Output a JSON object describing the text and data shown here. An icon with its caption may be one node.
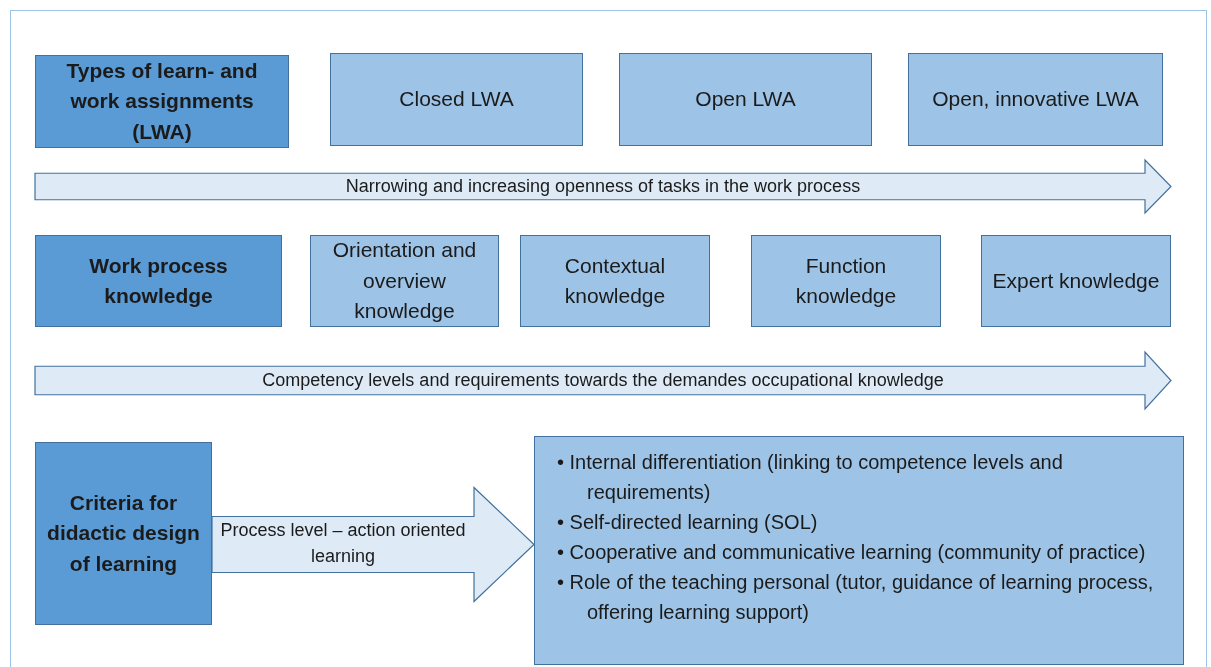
{
  "diagram": {
    "nodes": [
      {
        "text": [
          "Types of learn- and work assignments (LWA)"
        ]
      },
      {
        "text": [
          "Closed LWA"
        ]
      },
      {
        "text": [
          "Open LWA"
        ]
      },
      {
        "text": [
          "Open, innovative LWA"
        ]
      },
      {
        "text": [
          "Narrowing and increasing openness of tasks in the work process"
        ]
      },
      {
        "text": [
          "Work process knowledge"
        ]
      },
      {
        "text": [
          "Orientation and overview knowledge"
        ]
      },
      {
        "text": [
          "Contextual knowledge"
        ]
      },
      {
        "text": [
          "Function knowledge"
        ]
      },
      {
        "text": [
          "Expert knowledge"
        ]
      },
      {
        "text": [
          "Competency levels and requirements towards the demandes occupational knowledge"
        ]
      },
      {
        "text": [
          "Criteria for didactic design of learning"
        ]
      },
      {
        "text": [
          "• Internal differentiation (linking to competence levels and requirements)",
          "• Self-directed learning (SOL)",
          "• Cooperative and communicative learning (community of practice)",
          "• Role of the teaching personal (tutor, guidance of learning process, offering learning support)"
        ]
      }
    ],
    "edges": [
      {
        "from": 11,
        "to": 12,
        "arrow": "to",
        "label": "Process level – action oriented learning"
      }
    ]
  }
}
